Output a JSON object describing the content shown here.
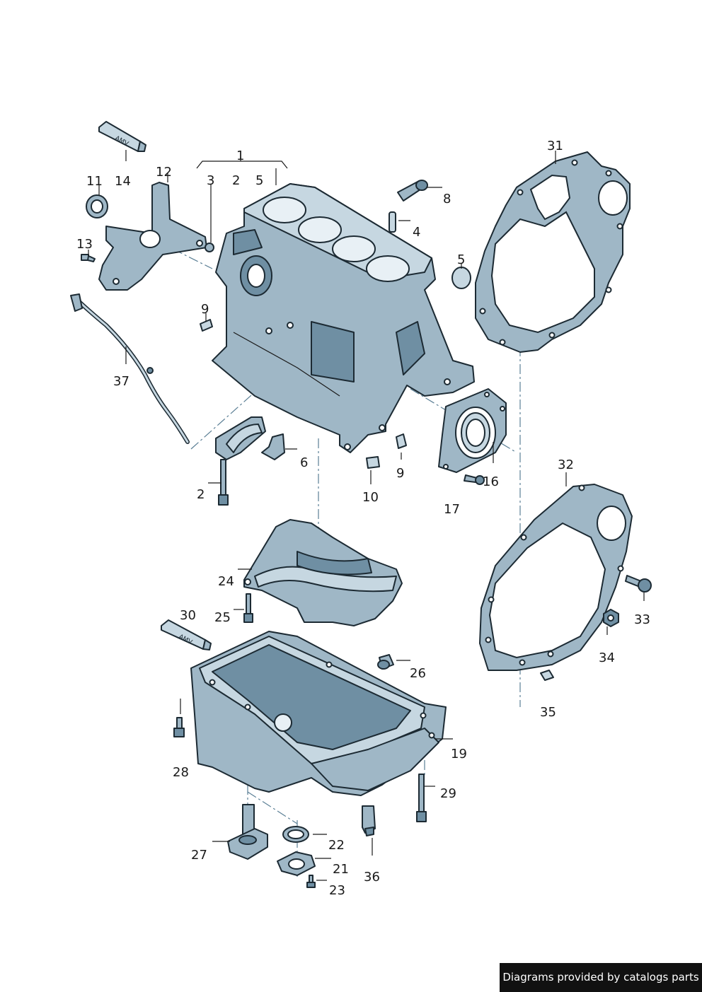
{
  "tube_label": "AMV",
  "credit": "Diagrams provided by catalogs parts",
  "callouts": {
    "c1": "1",
    "c2a": "2",
    "c2b": "2",
    "c3": "3",
    "c4": "4",
    "c5a": "5",
    "c5b": "5",
    "c6": "6",
    "c8": "8",
    "c9a": "9",
    "c9b": "9",
    "c10": "10",
    "c11": "11",
    "c12": "12",
    "c13": "13",
    "c14": "14",
    "c16": "16",
    "c17": "17",
    "c19": "19",
    "c21": "21",
    "c22": "22",
    "c23": "23",
    "c24": "24",
    "c25": "25",
    "c26": "26",
    "c27": "27",
    "c28": "28",
    "c29": "29",
    "c30": "30",
    "c31": "31",
    "c32": "32",
    "c33": "33",
    "c34": "34",
    "c35": "35",
    "c36": "36",
    "c37": "37"
  },
  "colors": {
    "part": "#9fb7c6",
    "outline": "#1c2a33",
    "axis": "#5b7f95"
  }
}
